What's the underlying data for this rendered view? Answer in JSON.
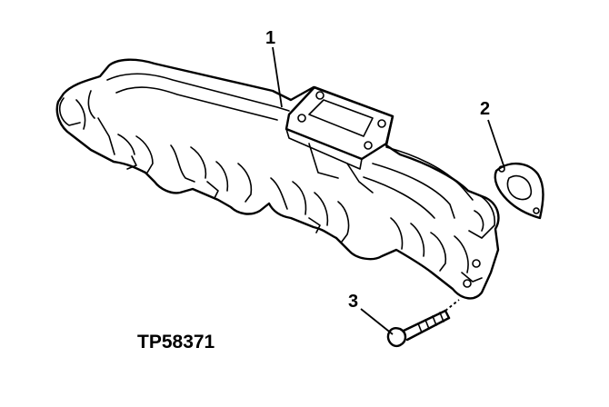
{
  "diagram": {
    "figure_id": "TP58371",
    "callouts": [
      {
        "label": "1",
        "part": "exhaust-manifold"
      },
      {
        "label": "2",
        "part": "gasket"
      },
      {
        "label": "3",
        "part": "cap-screw"
      }
    ]
  }
}
